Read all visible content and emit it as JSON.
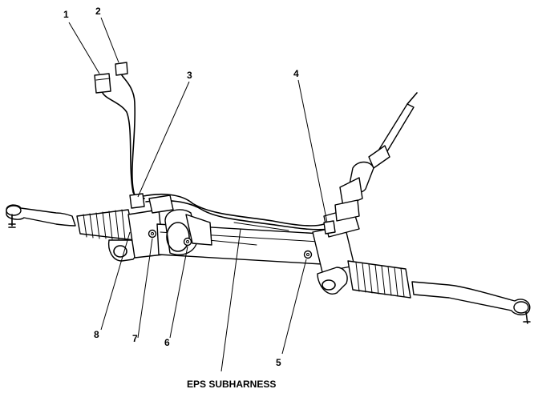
{
  "diagram": {
    "title_label": "EPS SUBHARNESS",
    "callouts": [
      {
        "id": "1",
        "text": "1"
      },
      {
        "id": "2",
        "text": "2"
      },
      {
        "id": "3",
        "text": "3"
      },
      {
        "id": "4",
        "text": "4"
      },
      {
        "id": "5",
        "text": "5"
      },
      {
        "id": "6",
        "text": "6"
      },
      {
        "id": "7",
        "text": "7"
      },
      {
        "id": "8",
        "text": "8"
      }
    ]
  }
}
